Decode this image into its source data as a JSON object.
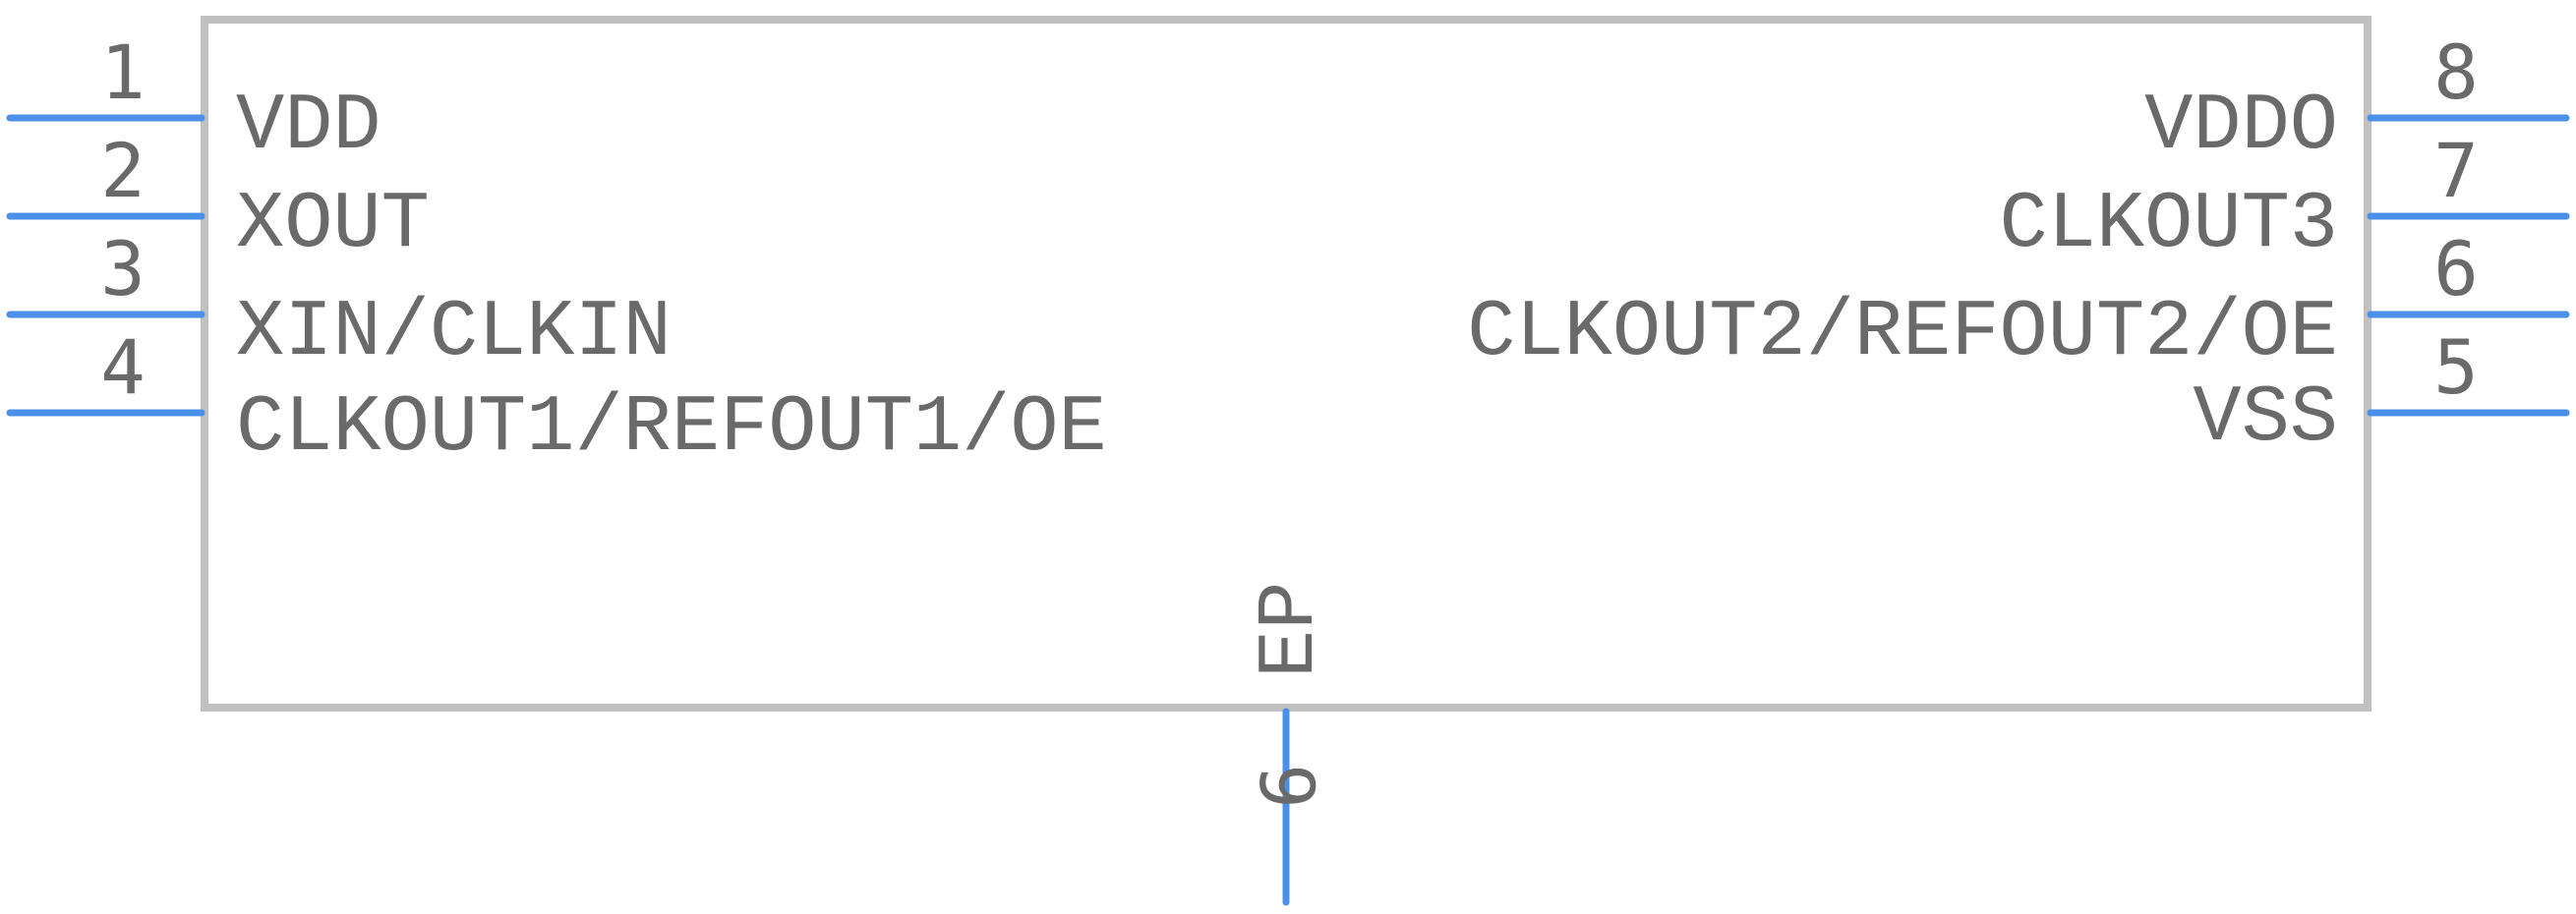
{
  "component": {
    "colors": {
      "pin": "#4a8fe8",
      "outline": "#c0c0c0",
      "text": "#6a6a6a",
      "background": "#ffffff"
    },
    "pins": {
      "p1": {
        "number": "1",
        "name": "VDD"
      },
      "p2": {
        "number": "2",
        "name": "XOUT"
      },
      "p3": {
        "number": "3",
        "name": "XIN/CLKIN"
      },
      "p4": {
        "number": "4",
        "name": "CLKOUT1/REFOUT1/OE"
      },
      "p5": {
        "number": "5",
        "name": "VSS"
      },
      "p6": {
        "number": "6",
        "name": "CLKOUT2/REFOUT2/OE"
      },
      "p7": {
        "number": "7",
        "name": "CLKOUT3"
      },
      "p8": {
        "number": "8",
        "name": "VDDO"
      },
      "p9": {
        "number": "9",
        "name": "EP"
      }
    }
  }
}
